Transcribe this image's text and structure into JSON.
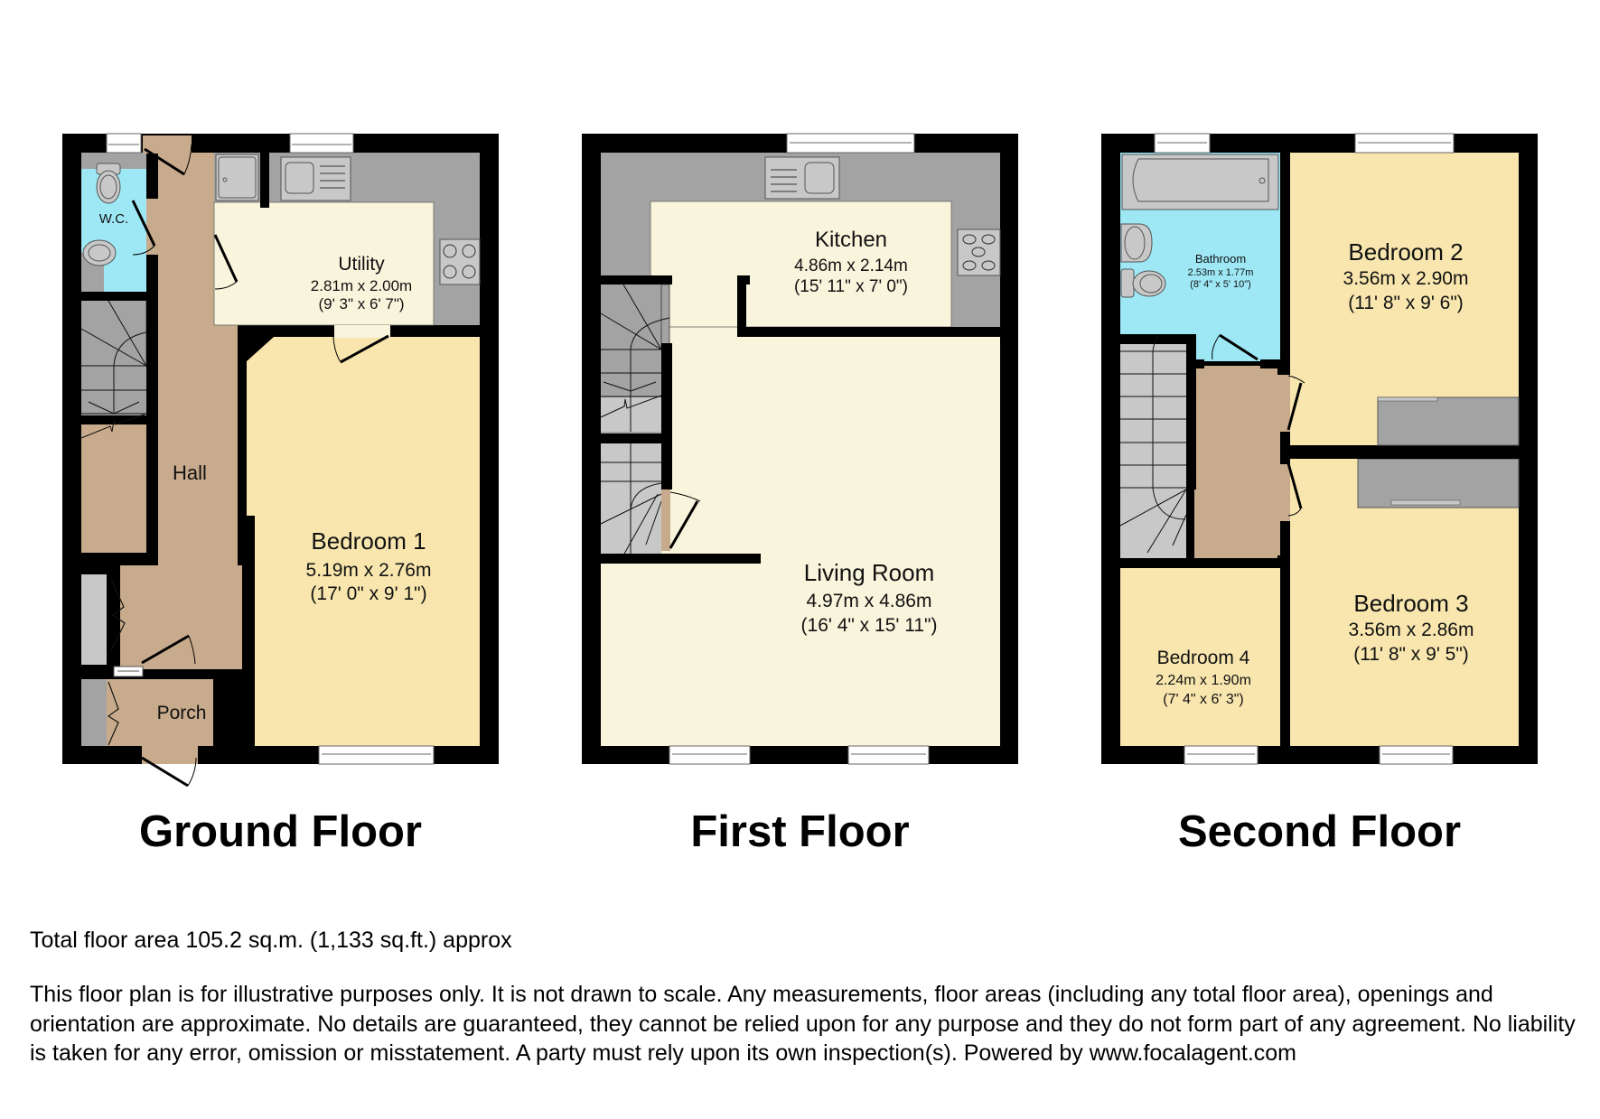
{
  "colors": {
    "wall": "#000000",
    "hall": "#c8ab8c",
    "bedroom": "#f8e6ae",
    "kitchen_living": "#f9f4dc",
    "wet_room": "#9ee8f6",
    "worktop": "#a3a3a3",
    "fixture": "#c8c8c8",
    "stairs": "#a3a3a3"
  },
  "floors": [
    {
      "title": "Ground Floor",
      "rooms": [
        {
          "name": "W.C.",
          "dims_m": "",
          "dims_ft": ""
        },
        {
          "name": "Utility",
          "dims_m": "2.81m x 2.00m",
          "dims_ft": "(9' 3\" x 6' 7\")"
        },
        {
          "name": "Hall",
          "dims_m": "",
          "dims_ft": ""
        },
        {
          "name": "Bedroom 1",
          "dims_m": "5.19m x 2.76m",
          "dims_ft": "(17' 0\" x 9' 1\")"
        },
        {
          "name": "Porch",
          "dims_m": "",
          "dims_ft": ""
        }
      ]
    },
    {
      "title": "First Floor",
      "rooms": [
        {
          "name": "Kitchen",
          "dims_m": "4.86m x 2.14m",
          "dims_ft": "(15' 11\" x 7' 0\")"
        },
        {
          "name": "Living Room",
          "dims_m": "4.97m x 4.86m",
          "dims_ft": "(16' 4\" x 15' 11\")"
        }
      ]
    },
    {
      "title": "Second Floor",
      "rooms": [
        {
          "name": "Bathroom",
          "dims_m": "2.53m x 1.77m",
          "dims_ft": "(8' 4\" x 5' 10\")"
        },
        {
          "name": "Bedroom 2",
          "dims_m": "3.56m x 2.90m",
          "dims_ft": "(11' 8\" x 9' 6\")"
        },
        {
          "name": "Bedroom 3",
          "dims_m": "3.56m x 2.86m",
          "dims_ft": "(11' 8\" x 9' 5\")"
        },
        {
          "name": "Bedroom 4",
          "dims_m": "2.24m x 1.90m",
          "dims_ft": "(7' 4\" x 6' 3\")"
        }
      ]
    }
  ],
  "footer": {
    "total_area": "Total floor area 105.2 sq.m. (1,133 sq.ft.) approx",
    "disclaimer": "This floor plan is for illustrative purposes only. It is not drawn to scale. Any measurements, floor areas (including any total floor area), openings and orientation are approximate. No details are guaranteed, they cannot be relied upon for any purpose and they do not form part of any agreement. No liability is taken for any error, omission or misstatement. A party must rely upon its own inspection(s). Powered by www.focalagent.com"
  }
}
